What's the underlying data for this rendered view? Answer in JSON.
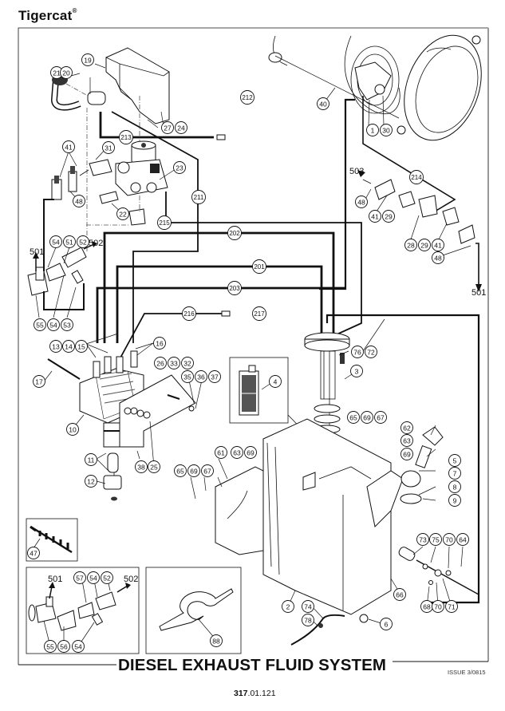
{
  "header": {
    "brand": "Tigercat",
    "brand_mark": "®"
  },
  "title": "DIESEL EXHAUST FLUID SYSTEM",
  "issue": "ISSUE 3/0815",
  "page_number": {
    "prefix": "317",
    "suffix": ".01.121"
  },
  "ports": {
    "p501a": "501",
    "p502a": "502",
    "p503": "503",
    "p501b": "501",
    "p501c": "501",
    "p502c": "502"
  },
  "hoses": {
    "h212": "212",
    "h213": "213",
    "h211": "211",
    "h214": "214",
    "h215": "215",
    "h202": "202",
    "h201": "201",
    "h203": "203",
    "h216": "216",
    "h217": "217"
  },
  "callouts": {
    "c19": "19",
    "c21": "21",
    "c20": "20",
    "c27": "27",
    "c24": "24",
    "c40": "40",
    "c1": "1",
    "c30": "30",
    "c41a": "41",
    "c31": "31",
    "c23": "23",
    "c48a": "48",
    "c22": "22",
    "c54a": "54",
    "c51": "51",
    "c52a": "52",
    "c55a": "55",
    "c54b": "54",
    "c53": "53",
    "c48b": "48",
    "c41b": "41",
    "c29a": "29",
    "c28": "28",
    "c29b": "29",
    "c41c": "41",
    "c48c": "48",
    "c13": "13",
    "c14": "14",
    "c15": "15",
    "c16": "16",
    "c17": "17",
    "c26": "26",
    "c33": "33",
    "c32": "32",
    "c35": "35",
    "c36": "36",
    "c37": "37",
    "c10": "10",
    "c11": "11",
    "c38": "38",
    "c25": "25",
    "c12": "12",
    "c76": "76",
    "c72": "72",
    "c3": "3",
    "c4": "4",
    "c65a": "65",
    "c69a": "69",
    "c67a": "67",
    "c62": "62",
    "c63a": "63",
    "c69b": "69",
    "c5": "5",
    "c7": "7",
    "c8": "8",
    "c9": "9",
    "c61": "61",
    "c63b": "63",
    "c69c": "69",
    "c65b": "65",
    "c69d": "69",
    "c67b": "67",
    "c47": "47",
    "c73": "73",
    "c75": "75",
    "c70a": "70",
    "c64": "64",
    "c66": "66",
    "c68": "68",
    "c70b": "70",
    "c71": "71",
    "c2": "2",
    "c74": "74",
    "c78": "78",
    "c6": "6",
    "c57": "57",
    "c54c": "54",
    "c52b": "52",
    "c55b": "55",
    "c56": "56",
    "c54d": "54",
    "c88": "88"
  }
}
